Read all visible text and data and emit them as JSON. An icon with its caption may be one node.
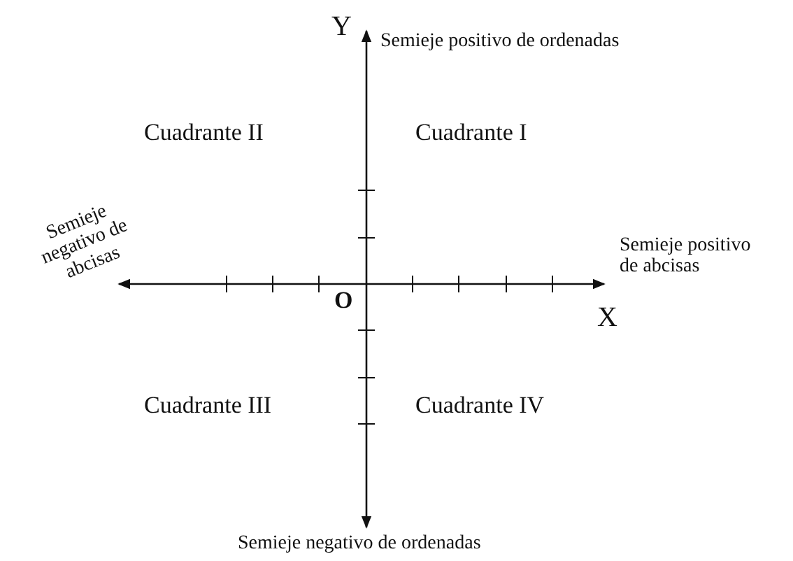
{
  "diagram": {
    "labels": [
      "Y",
      "Semieje positivo de ordenadas",
      "Cuadrante II",
      "Cuadrante I",
      "Semieje negativo de abcisas",
      "Semieje positivo de abcisas",
      "O",
      "X",
      "Cuadrante III",
      "Cuadrante IV",
      "Semieje negativo de ordenadas"
    ]
  }
}
